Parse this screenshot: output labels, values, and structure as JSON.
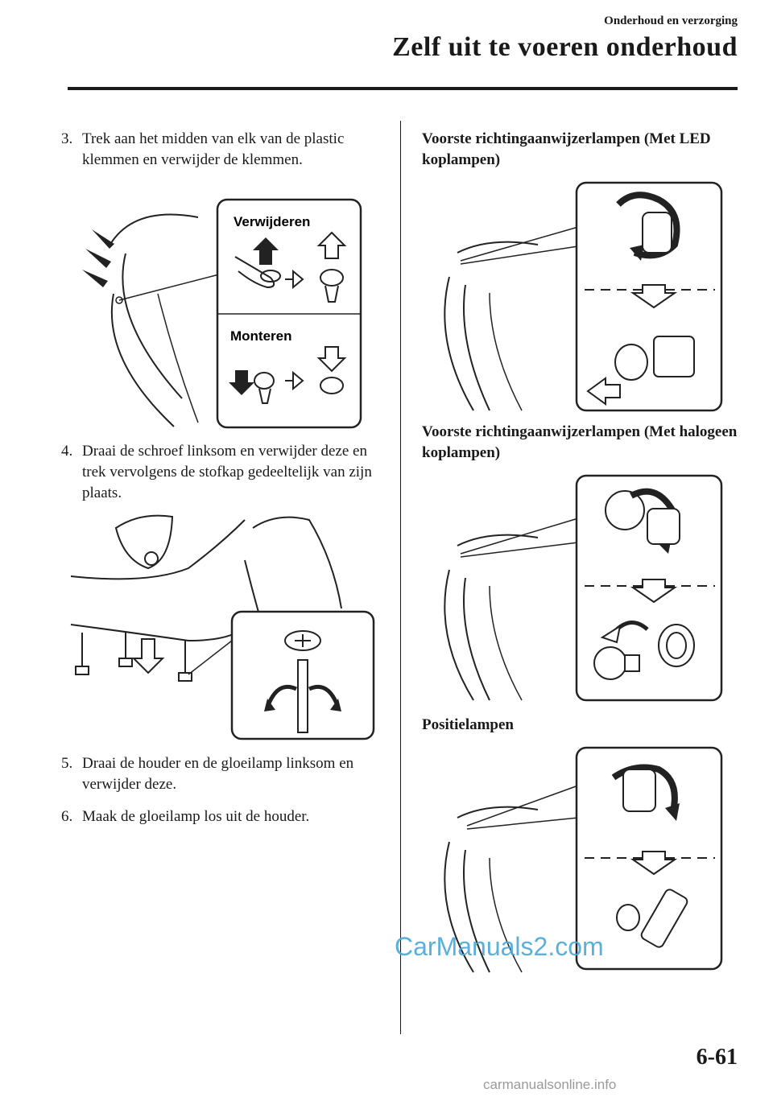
{
  "header": {
    "section": "Onderhoud en verzorging",
    "title": "Zelf uit te voeren onderhoud"
  },
  "left": {
    "step3": {
      "num": "3.",
      "text": "Trek aan het midden van elk van de plastic klemmen en verwijder de klemmen."
    },
    "fig1": {
      "label_remove": "Verwijderen",
      "label_install": "Monteren"
    },
    "step4": {
      "num": "4.",
      "text": "Draai de schroef linksom en verwijder deze en trek vervolgens de stofkap gedeeltelijk van zijn plaats."
    },
    "step5": {
      "num": "5.",
      "text": "Draai de houder en de gloeilamp linksom en verwijder deze."
    },
    "step6": {
      "num": "6.",
      "text": "Maak de gloeilamp los uit de houder."
    }
  },
  "right": {
    "heading1": "Voorste richtingaanwijzerlampen (Met LED koplampen)",
    "heading2": "Voorste richtingaanwijzerlampen (Met halogeen koplampen)",
    "heading3": "Positielampen"
  },
  "footer": {
    "page_number": "6-61",
    "watermark": "CarManuals2.com",
    "site": "carmanualsonline.info"
  }
}
